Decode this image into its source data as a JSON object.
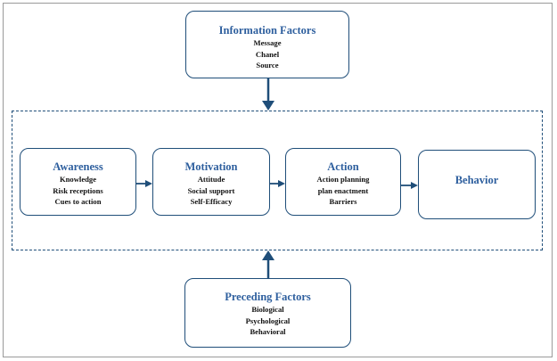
{
  "diagram": {
    "information_factors": {
      "title": "Information Factors",
      "items": [
        "Message",
        "Chanel",
        "Source"
      ]
    },
    "stages": [
      {
        "title": "Awareness",
        "items": [
          "Knowledge",
          "Risk receptions",
          "Cues to action"
        ]
      },
      {
        "title": "Motivation",
        "items": [
          "Attitude",
          "Social support",
          "Self-Efficacy"
        ]
      },
      {
        "title": "Action",
        "items": [
          "Action planning",
          "plan enactment",
          "Barriers"
        ]
      },
      {
        "title": "Behavior",
        "items": []
      }
    ],
    "preceding_factors": {
      "title": "Preceding Factors",
      "items": [
        "Biological",
        "Psychological",
        "Behavioral"
      ]
    },
    "colors": {
      "box_border": "#1f4e79",
      "title_text": "#2e5f9e",
      "arrow": "#1f4e79",
      "dashed_border": "#1f4e79"
    }
  }
}
